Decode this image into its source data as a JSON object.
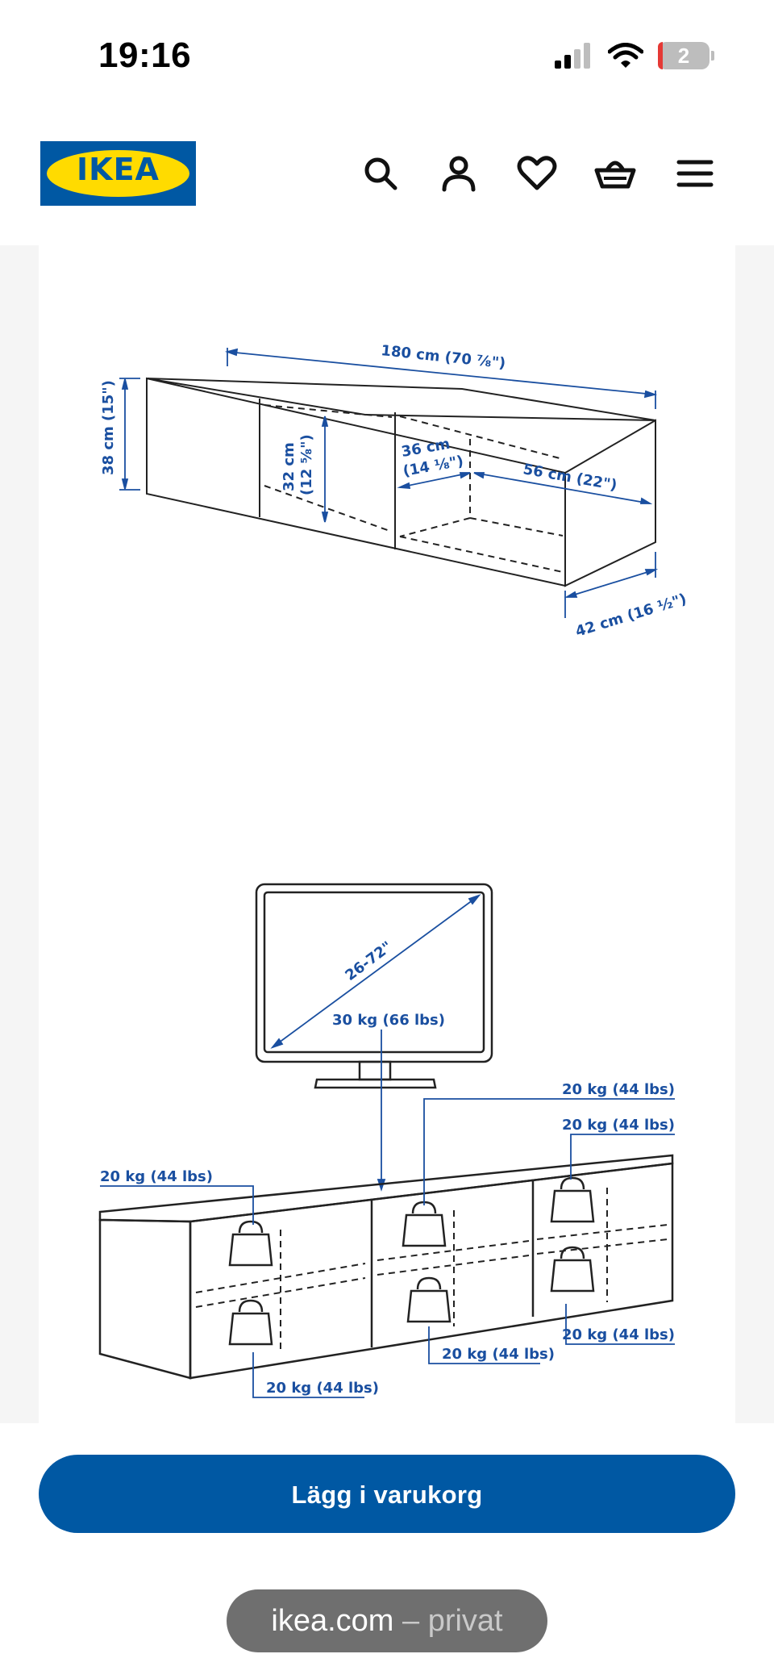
{
  "status_bar": {
    "time": "19:16",
    "battery_count": "2"
  },
  "header": {
    "logo_text": "IKEA",
    "icons": [
      "search-icon",
      "account-icon",
      "heart-icon",
      "basket-icon",
      "menu-icon"
    ]
  },
  "dimensions": {
    "width": "180 cm (70 ⅞\")",
    "height": "38 cm (15\")",
    "inner_height": "32 cm",
    "inner_height_in": "(12 ⅝\")",
    "inner_depth": "36 cm",
    "inner_depth_in": "(14 ⅛\")",
    "compartment_width": "56 cm (22\")",
    "depth": "42 cm (16 ½\")"
  },
  "load_capacity": {
    "tv_size": "26-72\"",
    "tv_weight": "30 kg (66 lbs)",
    "shelf_labels": [
      "20 kg (44 lbs)",
      "20 kg (44 lbs)",
      "20 kg (44 lbs)",
      "20 kg (44 lbs)",
      "20 kg (44 lbs)",
      "20 kg (44 lbs)"
    ]
  },
  "cta": {
    "label": "Lägg i varukorg"
  },
  "url_bar": {
    "domain": "ikea.com",
    "separator": " – ",
    "mode": "privat"
  },
  "colors": {
    "ikea_blue": "#0058a3",
    "ikea_yellow": "#ffdb00",
    "dimension_blue": "#1a4fa0"
  }
}
